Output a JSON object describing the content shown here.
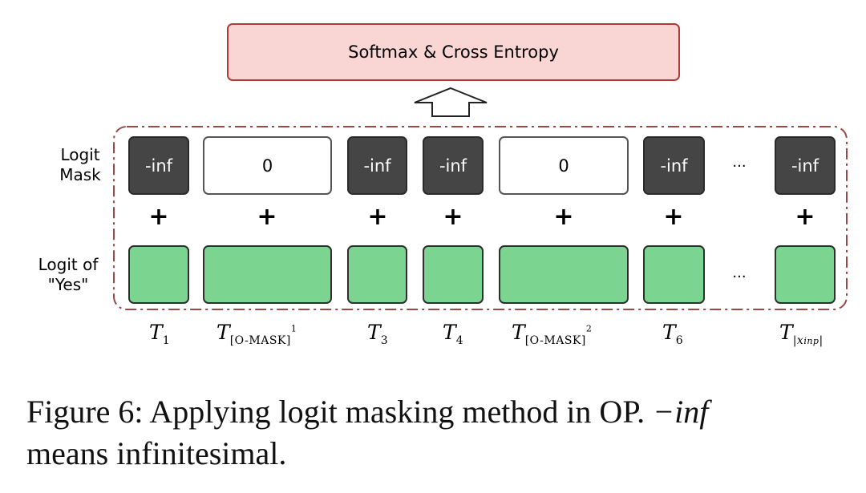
{
  "top_box": {
    "label": "Softmax & Cross Entropy"
  },
  "row_labels": {
    "mask_line1": "Logit",
    "mask_line2": "Mask",
    "logit_line1": "Logit of",
    "logit_line2": "\"Yes\""
  },
  "mask_values": [
    "-inf",
    "0",
    "-inf",
    "-inf",
    "0",
    "-inf",
    "-inf"
  ],
  "plus_symbol": "+",
  "ellipsis": "...",
  "tokens": {
    "t1": {
      "base": "T",
      "sub": "1"
    },
    "t2": {
      "base": "T",
      "sub": "[O-MASK]",
      "sup": "1"
    },
    "t3": {
      "base": "T",
      "sub": "3"
    },
    "t4": {
      "base": "T",
      "sub": "4"
    },
    "t5": {
      "base": "T",
      "sub": "[O-MASK]",
      "sup": "2"
    },
    "t6": {
      "base": "T",
      "sub": "6"
    },
    "tn": {
      "base": "T",
      "sub": "|x",
      "sub_sub": "inp",
      "sub_end": "|"
    }
  },
  "caption": {
    "prefix": "Figure 6: Applying logit masking method in OP. ",
    "math": "−inf",
    "line2": "means infinitesimal."
  },
  "colors": {
    "softmax_fill": "#f9d5d3",
    "softmax_border": "#b03a3a",
    "mask_dark": "#454545",
    "logit_green": "#7bd590",
    "frame_dash": "#9a4848"
  }
}
